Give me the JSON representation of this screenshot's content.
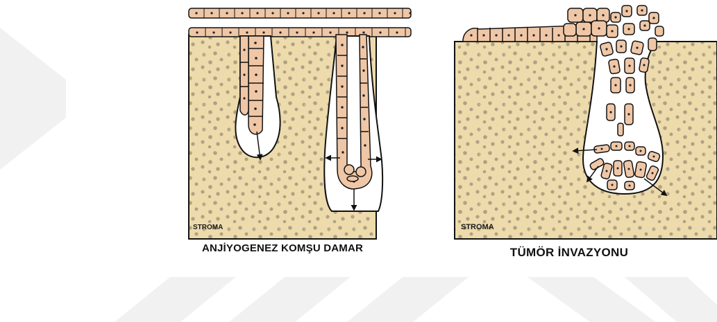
{
  "colors": {
    "stroma": "#eddbac",
    "stroma_dots": "#9c8d76",
    "cell_fill": "#efc7a6",
    "outline": "#111111",
    "watermark": "#f1f1f1"
  },
  "left_panel": {
    "caption": "ANJİYOGENEZ KOMŞU DAMAR",
    "stroma_label": "STROMA"
  },
  "right_panel": {
    "caption": "TÜMÖR İNVAZYONU",
    "stroma_label": "STROMA"
  }
}
